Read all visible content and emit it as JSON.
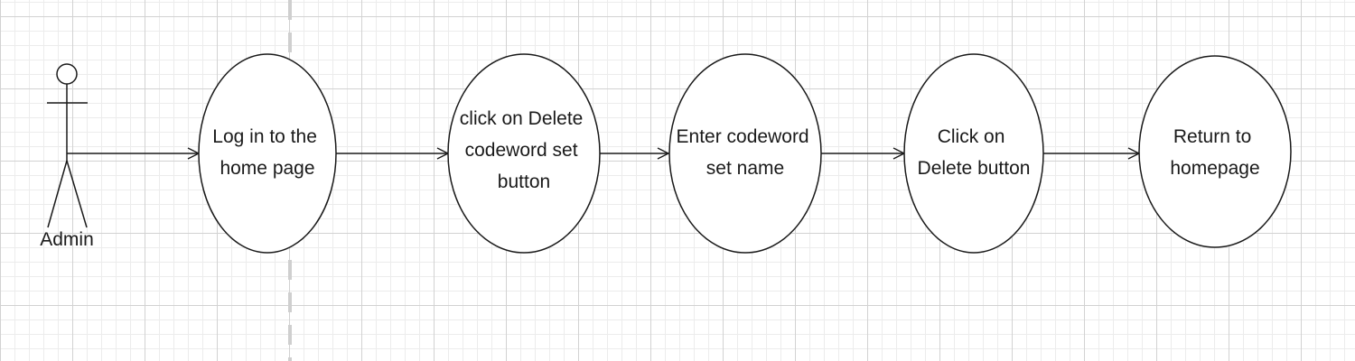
{
  "diagram": {
    "actor": {
      "name": "Admin"
    },
    "use_cases": [
      {
        "id": "uc1",
        "lines": [
          "Log in to the",
          "home page"
        ]
      },
      {
        "id": "uc2",
        "lines": [
          "click on Delete",
          "codeword set",
          "button"
        ]
      },
      {
        "id": "uc3",
        "lines": [
          "Enter codeword",
          "set name"
        ]
      },
      {
        "id": "uc4",
        "lines": [
          "Click on",
          "Delete button"
        ]
      },
      {
        "id": "uc5",
        "lines": [
          "Return to",
          "homepage"
        ]
      }
    ],
    "flows": [
      {
        "from": "actor",
        "to": "uc1"
      },
      {
        "from": "uc1",
        "to": "uc2"
      },
      {
        "from": "uc2",
        "to": "uc3"
      },
      {
        "from": "uc3",
        "to": "uc4"
      },
      {
        "from": "uc4",
        "to": "uc5"
      }
    ],
    "colors": {
      "stroke": "#1a1a1a",
      "fill": "#ffffff",
      "grid": "#d2d2d2",
      "divider": "#cfcfcf"
    }
  }
}
